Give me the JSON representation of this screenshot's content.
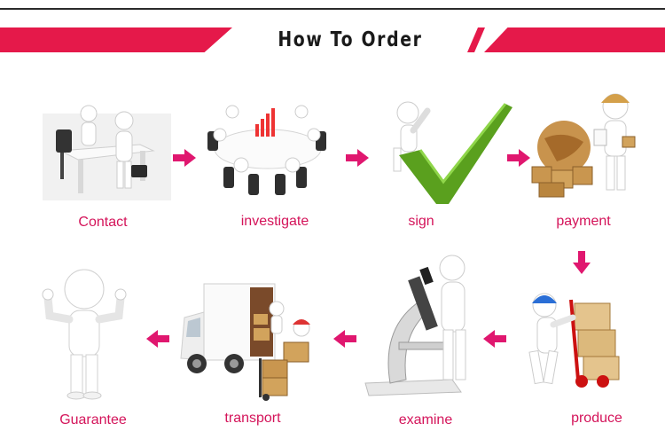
{
  "header": {
    "title": "How To Order"
  },
  "steps": [
    {
      "label": "Contact"
    },
    {
      "label": "investigate"
    },
    {
      "label": "sign"
    },
    {
      "label": "payment"
    },
    {
      "label": "produce"
    },
    {
      "label": "examine"
    },
    {
      "label": "transport"
    },
    {
      "label": "Guarantee"
    }
  ],
  "colors": {
    "accent": "#e5194a",
    "label": "#d4145a",
    "arrow": "#e0176f",
    "check": "#5aa01e"
  }
}
